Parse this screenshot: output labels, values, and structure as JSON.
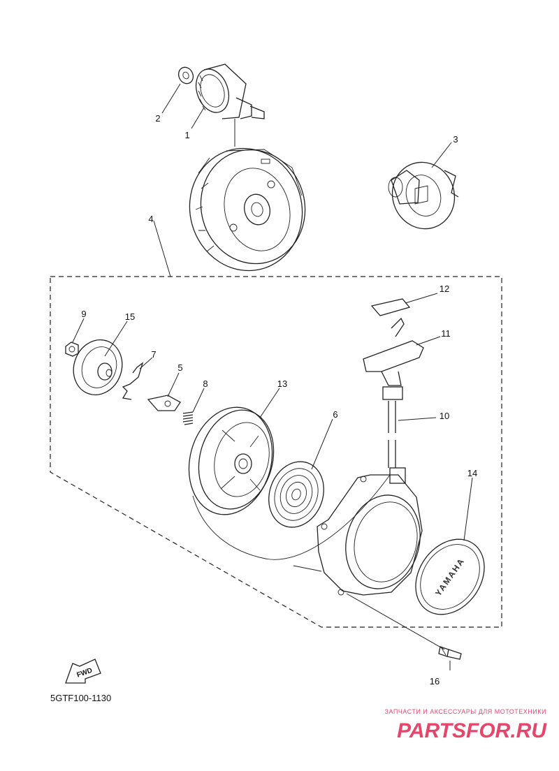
{
  "callouts": [
    {
      "id": "1",
      "label": "1"
    },
    {
      "id": "2",
      "label": "2"
    },
    {
      "id": "3",
      "label": "3"
    },
    {
      "id": "4",
      "label": "4"
    },
    {
      "id": "5",
      "label": "5"
    },
    {
      "id": "6",
      "label": "6"
    },
    {
      "id": "7",
      "label": "7"
    },
    {
      "id": "8",
      "label": "8"
    },
    {
      "id": "9",
      "label": "9"
    },
    {
      "id": "10",
      "label": "10"
    },
    {
      "id": "11",
      "label": "11"
    },
    {
      "id": "12",
      "label": "12"
    },
    {
      "id": "13",
      "label": "13"
    },
    {
      "id": "14",
      "label": "14"
    },
    {
      "id": "15",
      "label": "15"
    },
    {
      "id": "16",
      "label": "16"
    }
  ],
  "fwd_label": "FWD",
  "cover_brand": "YAMAHA",
  "diagram_ref": "5GTF100-1130",
  "watermark": {
    "tagline": "ЗАПЧАСТИ И АКСЕССУАРЫ ДЛЯ МОТОТЕХНИКИ",
    "site": "PARTSFOR.RU",
    "color": "#e8456b"
  }
}
